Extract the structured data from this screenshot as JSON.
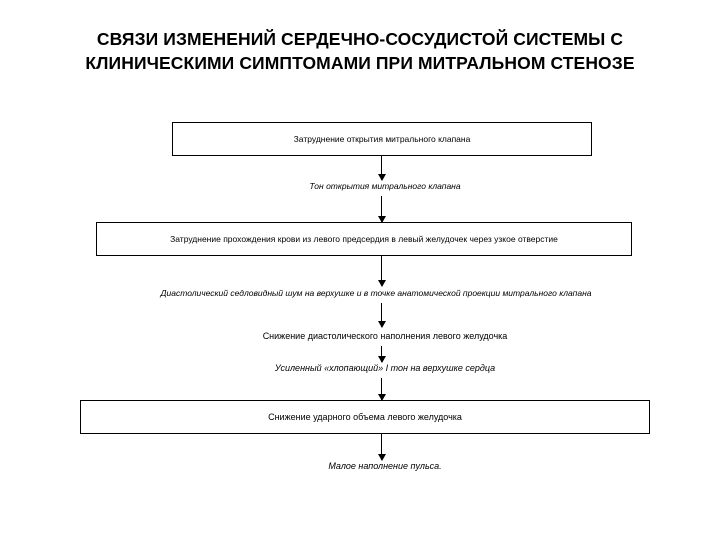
{
  "slide": {
    "title": "СВЯЗИ ИЗМЕНЕНИЙ СЕРДЕЧНО-СОСУДИСТОЙ СИСТЕМЫ С КЛИНИЧЕСКИМИ СИМПТОМАМИ ПРИ МИТРАЛЬНОМ СТЕНОЗЕ",
    "background": "#ffffff",
    "line_color": "#000000",
    "nodes": [
      {
        "id": "n1",
        "text": "Затруднение открытия митрального клапана",
        "boxed": true,
        "style": "regular"
      },
      {
        "id": "n2",
        "text": "Тон открытия митрального клапана",
        "boxed": false,
        "style": "italic"
      },
      {
        "id": "n3",
        "text": "Затруднение прохождения крови из левого предсердия в левый желудочек через узкое отверстие",
        "boxed": true,
        "style": "regular"
      },
      {
        "id": "n4",
        "text": "Диастолический седловидный шум на верхушке  и в точке анатомической проекции митрального клапана",
        "boxed": false,
        "style": "italic"
      },
      {
        "id": "n5",
        "text": "Снижение диастолического наполнения левого желудочка",
        "boxed": false,
        "style": "regular"
      },
      {
        "id": "n6",
        "text": "Усиленный «хлопающий» I тон на верхушке сердца",
        "boxed": false,
        "style": "italic"
      },
      {
        "id": "n7",
        "text": "Снижение ударного объема  левого желудочка",
        "boxed": true,
        "style": "regular"
      },
      {
        "id": "n8",
        "text": "Малое наполнение пульса.",
        "boxed": false,
        "style": "italic"
      }
    ]
  }
}
